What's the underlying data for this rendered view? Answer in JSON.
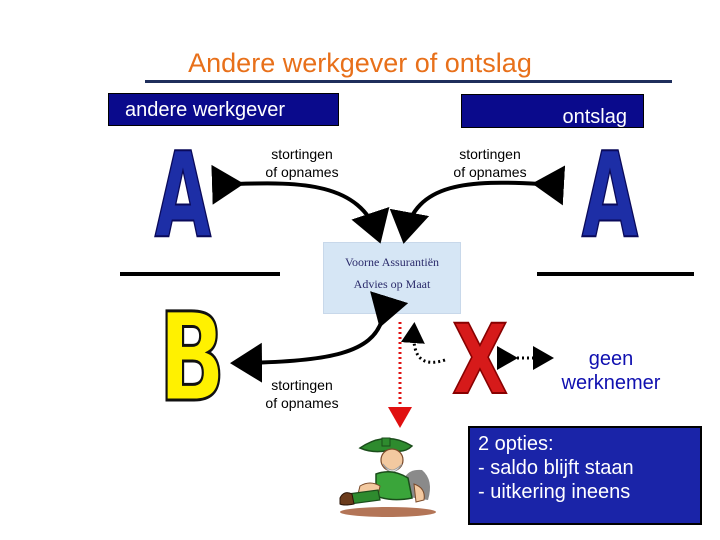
{
  "title": "Andere werkgever of ontslag",
  "headers": {
    "left": "andere werkgever",
    "right": "ontslag"
  },
  "labels": {
    "top_left": [
      "stortingen",
      "of opnames"
    ],
    "top_right": [
      "stortingen",
      "of opnames"
    ],
    "bottom_left": [
      "stortingen",
      "of opnames"
    ],
    "no_employee": [
      "geen",
      "werknemer"
    ]
  },
  "letters": {
    "a_left": "A",
    "a_right": "A",
    "b": "B",
    "x": "X"
  },
  "logo": {
    "line1": "Voorne Assurantiën",
    "line2": "Advies op Maat"
  },
  "options": {
    "heading": "2 opties:",
    "items": [
      "- saldo blijft staan",
      "- uitkering ineens"
    ]
  },
  "colors": {
    "title": "#e8701a",
    "header_bg": "#0a0a8c",
    "letter_a": "#1d2ea6",
    "letter_b": "#fff100",
    "letter_x": "#d61a1a",
    "options_bg": "#1a24a8",
    "no_employee_text": "#1010b0",
    "dotted_arrow_red": "#e01010"
  }
}
